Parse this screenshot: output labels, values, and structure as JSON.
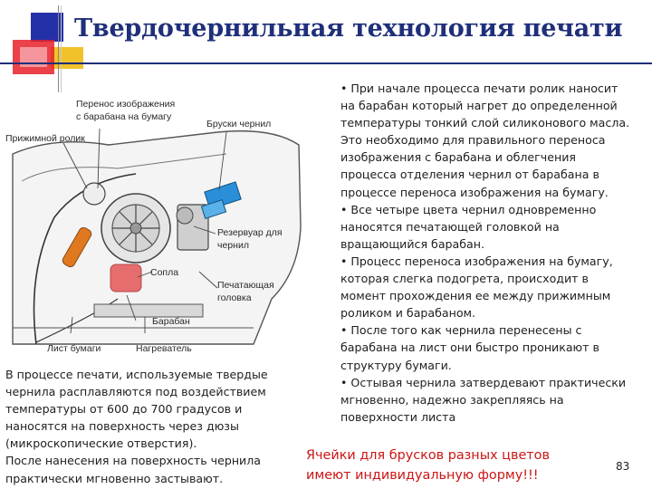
{
  "slide": {
    "title": "Твердочернильная технология печати",
    "bullets": [
      "• При начале процесса печати ролик наносит",
      "на барабан который нагрет до определенной",
      "температуры тонкий слой силиконового масла.",
      "Это необходимо для правильного переноса",
      "изображения с барабана и облегчения",
      "процесса отделения чернил от барабана в",
      "процессе переноса изображения на бумагу.",
      "• Все четыре цвета чернил одновременно",
      "наносятся печатающей головкой на",
      "вращающийся барабан.",
      "• Процесс переноса изображения на бумагу,",
      "которая слегка подогрета, происходит в",
      "момент прохождения ее между прижимным",
      "роликом и барабаном.",
      "• После того как чернила перенесены с",
      "барабана на лист они быстро проникают в",
      "структуру бумаги.",
      "• Остывая чернила затвердевают практически",
      "мгновенно, надежно закрепляясь на",
      "поверхности листа"
    ],
    "left_text": [
      "В процессе печати, используемые твердые",
      "чернила расплавляются под воздействием",
      "температуры от 600 до 700 градусов и",
      "наносятся на поверхность через дюзы",
      "(микроскопические отверстия).",
      "После нанесения на поверхность чернила",
      "практически мгновенно застывают."
    ],
    "red_note": [
      "Ячейки для брусков разных цветов",
      "имеют индивидуальную форму!!!"
    ],
    "page_number": "83"
  },
  "diagram": {
    "labels": {
      "transfer": [
        "Перенос изображения",
        "с барабана на бумагу"
      ],
      "ink_sticks": "Бруски чернил",
      "pressure_roller": "Прижимной ролик",
      "reservoir": [
        "Резервуар для",
        "чернил"
      ],
      "nozzles": "Сопла",
      "printhead": [
        "Печатающая",
        "головка"
      ],
      "drum": "Барабан",
      "paper": "Лист бумаги",
      "heater": "Нагреватель"
    }
  },
  "colors": {
    "title": "#1f2f7a",
    "red_note": "#cc1515",
    "deco_red": "#e8202a",
    "deco_blue": "#2430a8",
    "deco_yellow": "#f2c22a",
    "ink_stick_blue": "#2a8fd8",
    "roller_orange": "#e07820",
    "nozzle_red": "#e04040"
  }
}
